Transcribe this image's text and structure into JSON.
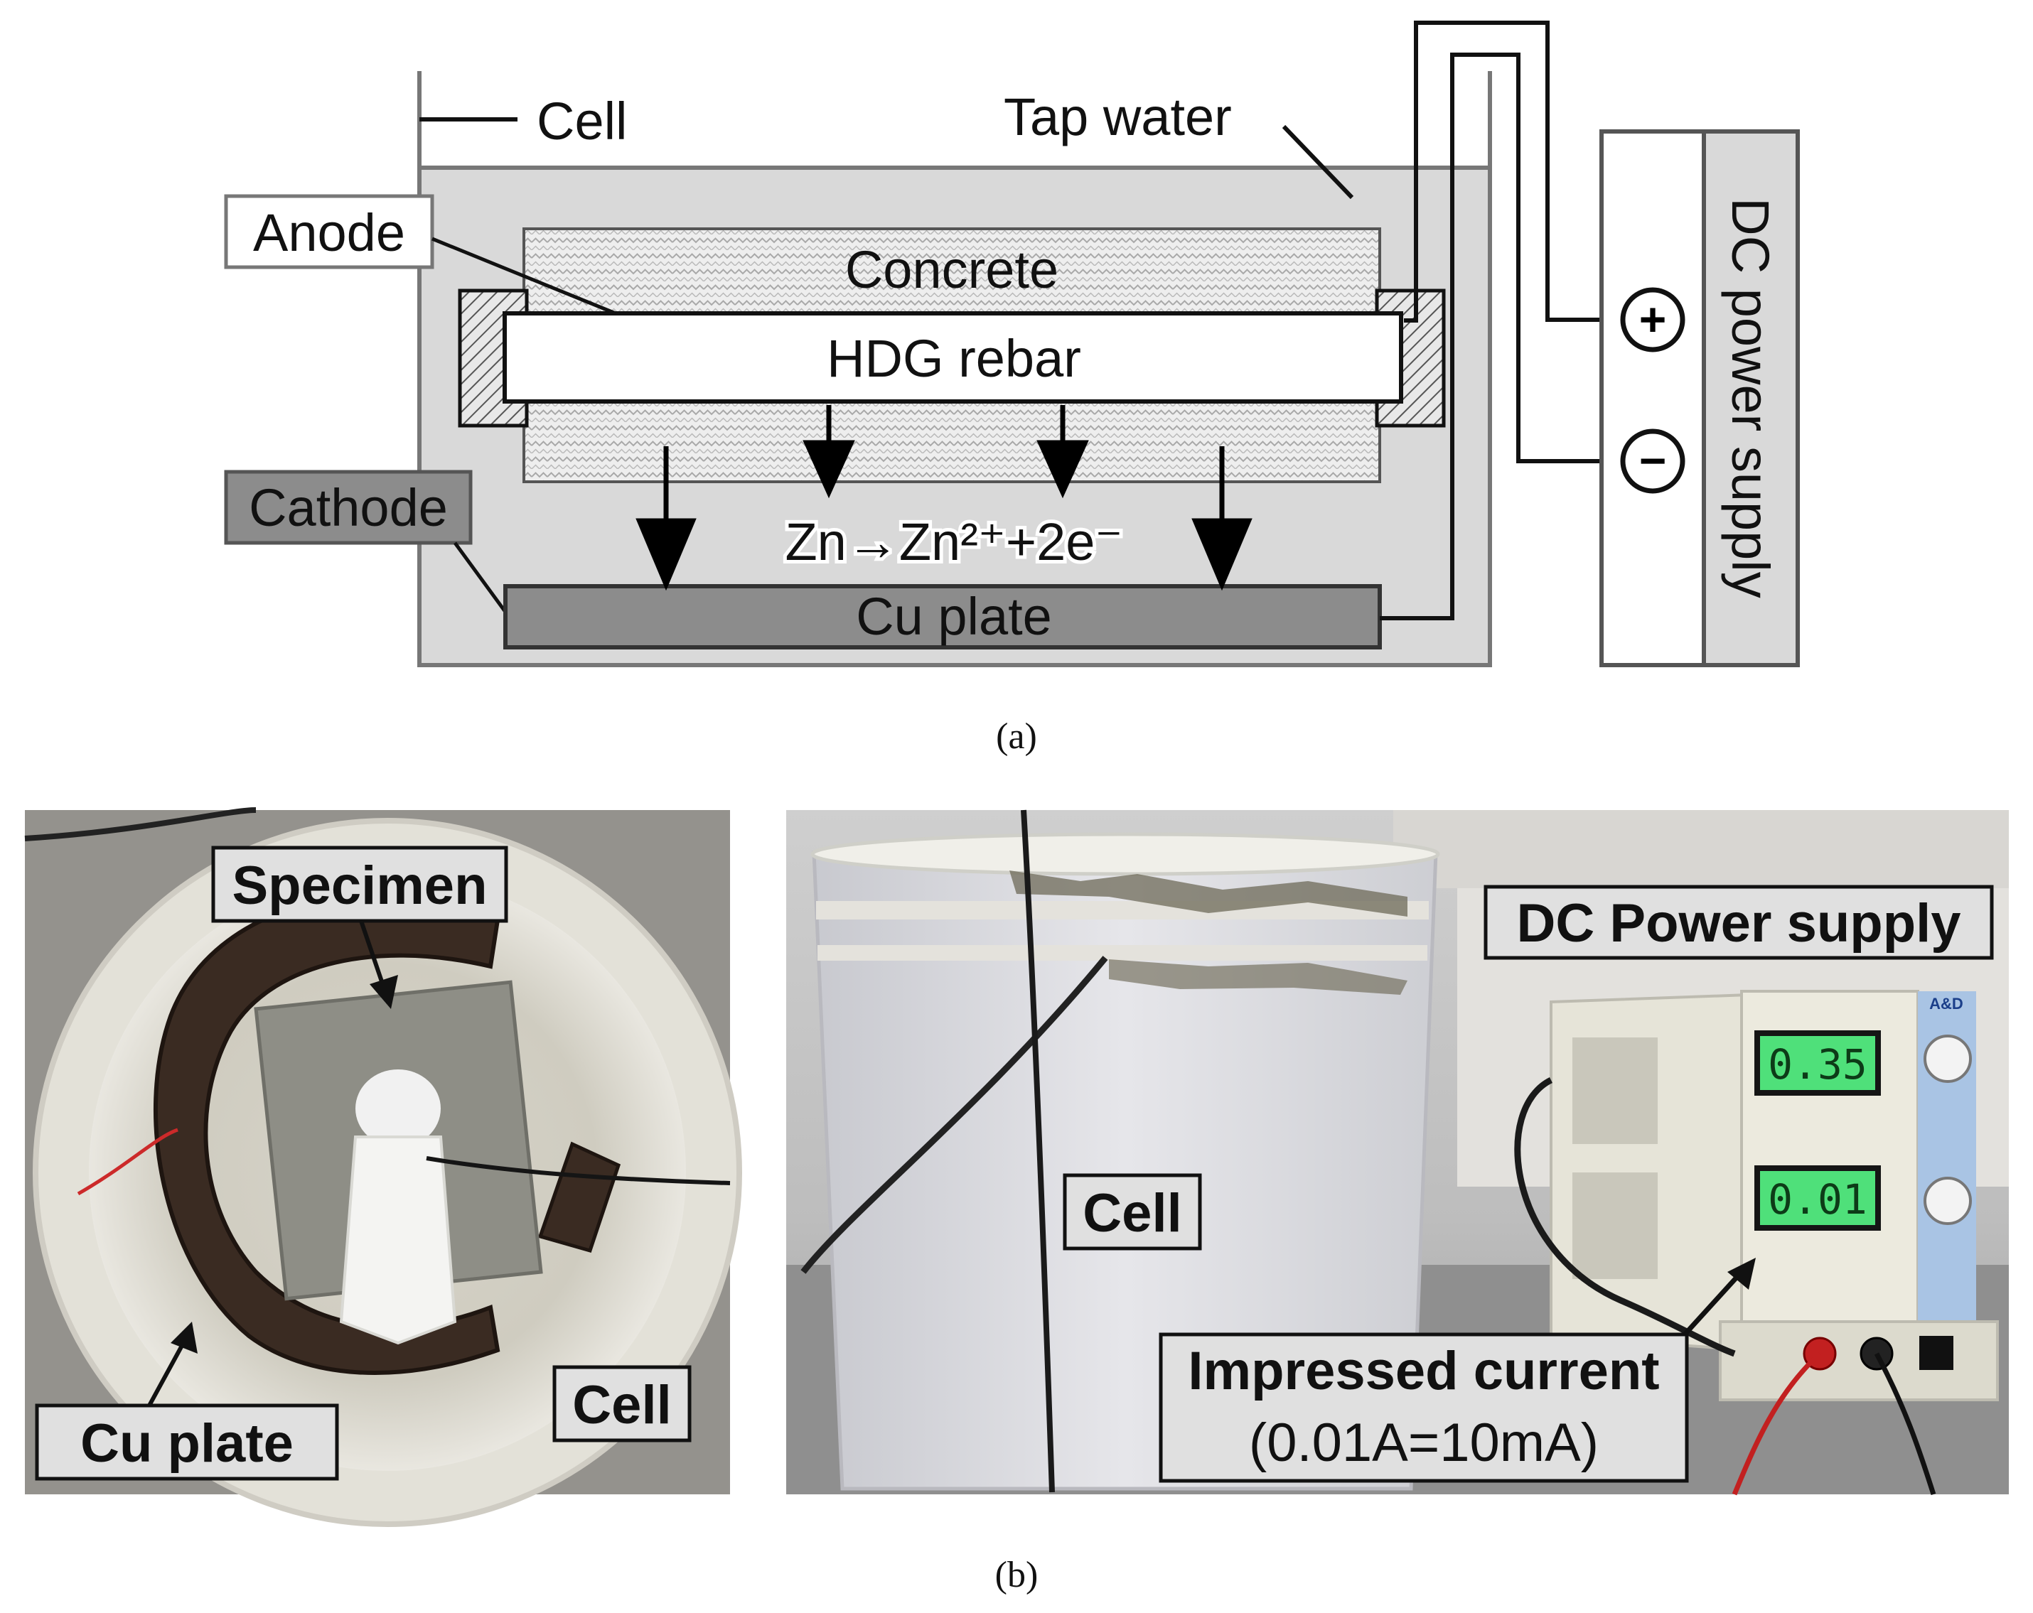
{
  "schematic": {
    "cell_label": "Cell",
    "tap_water_label": "Tap water",
    "anode_label": "Anode",
    "concrete_label": "Concrete",
    "rebar_label": "HDG rebar",
    "cathode_label": "Cathode",
    "reaction_label": "Zn→Zn²⁺+2e⁻",
    "cu_plate_label": "Cu plate",
    "power_supply_label": "DC power supply",
    "plus_terminal": "+",
    "minus_terminal": "−",
    "caption": "(a)"
  },
  "photos": {
    "left": {
      "specimen_label": "Specimen",
      "cu_plate_label": "Cu plate",
      "cell_label": "Cell"
    },
    "right": {
      "cell_label": "Cell",
      "power_supply_label": "DC Power supply",
      "impressed_current_label": "Impressed current",
      "current_value_label": "(0.01A=10mA)",
      "voltage_display": "0.35",
      "current_display": "0.01",
      "brand_label": "A&D"
    },
    "caption": "(b)"
  },
  "colors": {
    "cell_fill": "#d9d9d9",
    "cathode_fill": "#8c8c8c",
    "lcd_green": "#4fe07a",
    "power_supply_body": "#e8e6dc"
  }
}
